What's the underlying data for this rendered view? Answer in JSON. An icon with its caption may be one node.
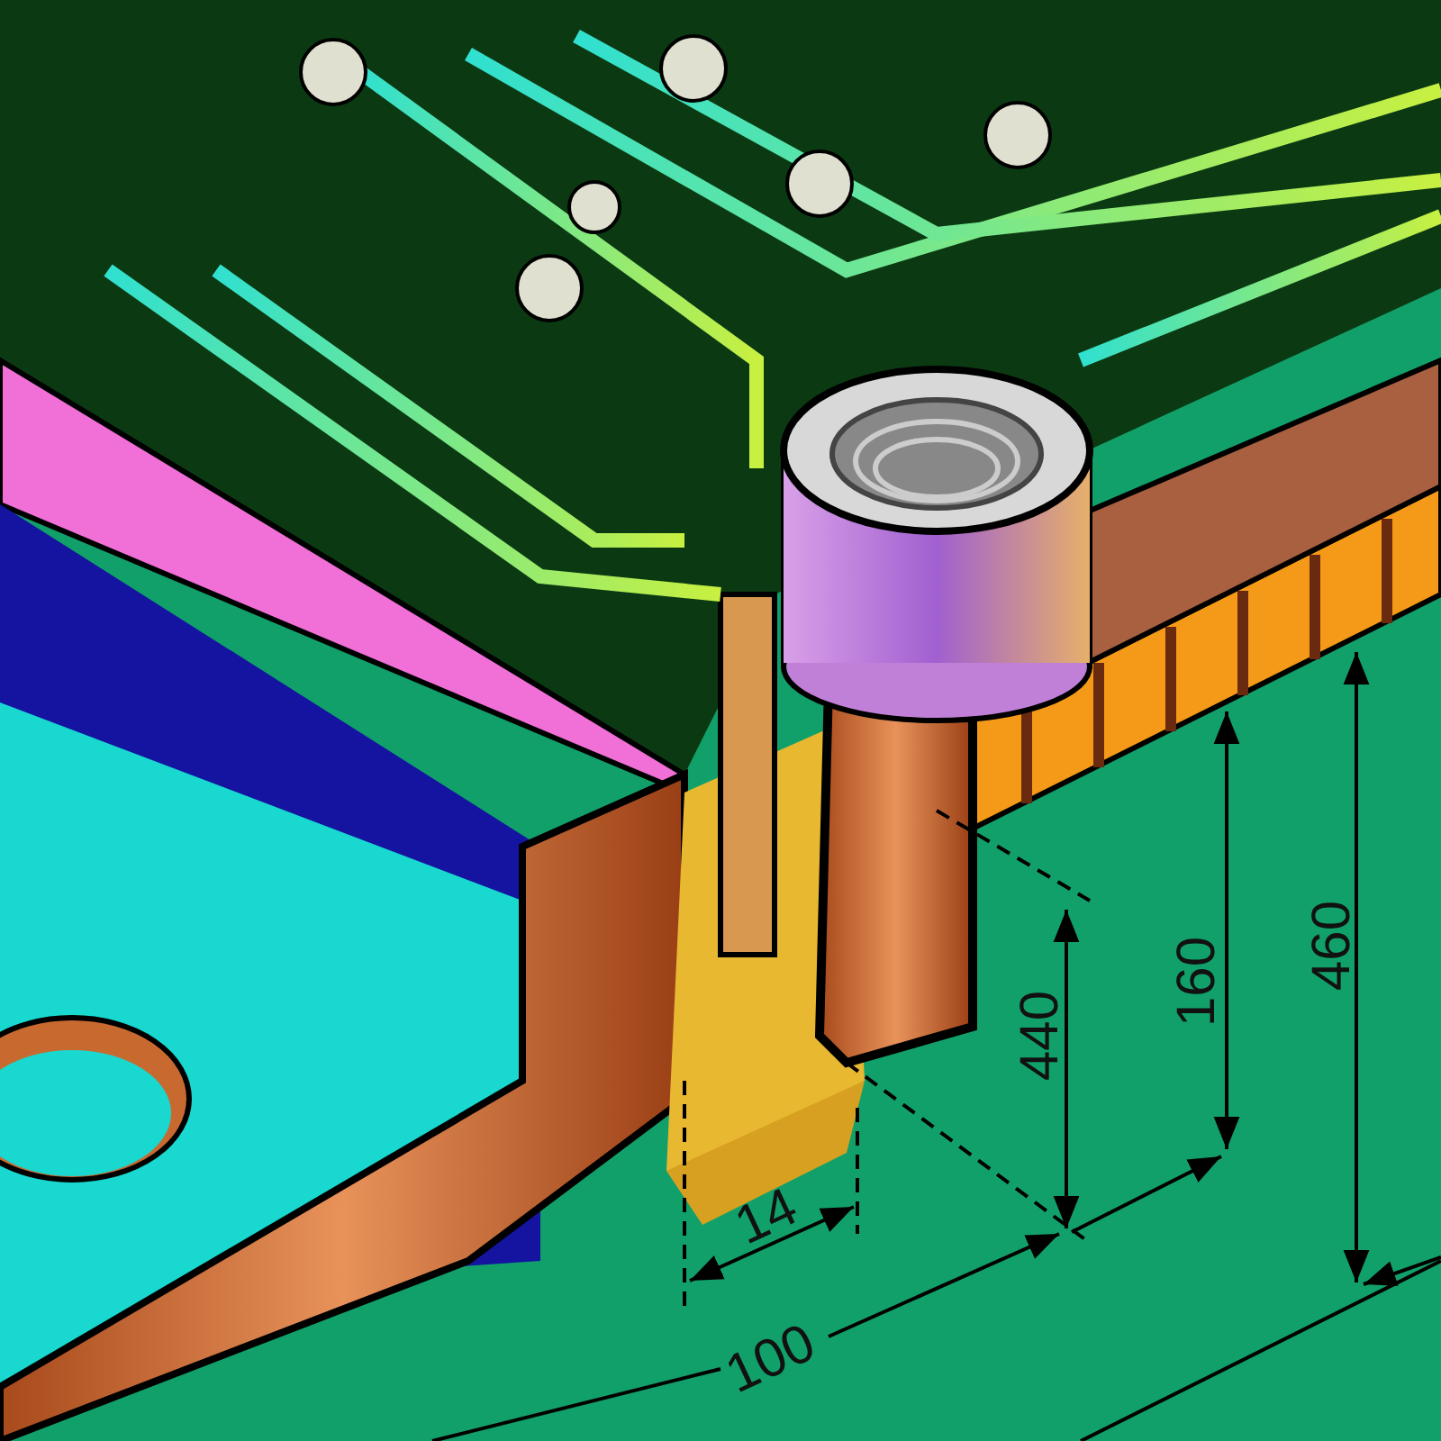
{
  "diagram": {
    "labels": [
      "440",
      "160",
      "460",
      "14",
      "100"
    ]
  }
}
